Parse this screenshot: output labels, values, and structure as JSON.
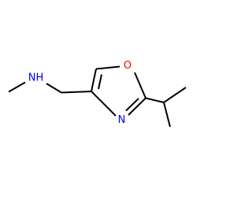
{
  "molecule": {
    "atoms": {
      "amine_nitrogen": {
        "symbol": "N",
        "hydrogen": "H",
        "color": "#0000ff"
      },
      "ring_oxygen": {
        "symbol": "O",
        "color": "#ff0000"
      },
      "ring_nitrogen": {
        "symbol": "N",
        "color": "#0000ff"
      }
    },
    "bond_color": "#000000"
  }
}
